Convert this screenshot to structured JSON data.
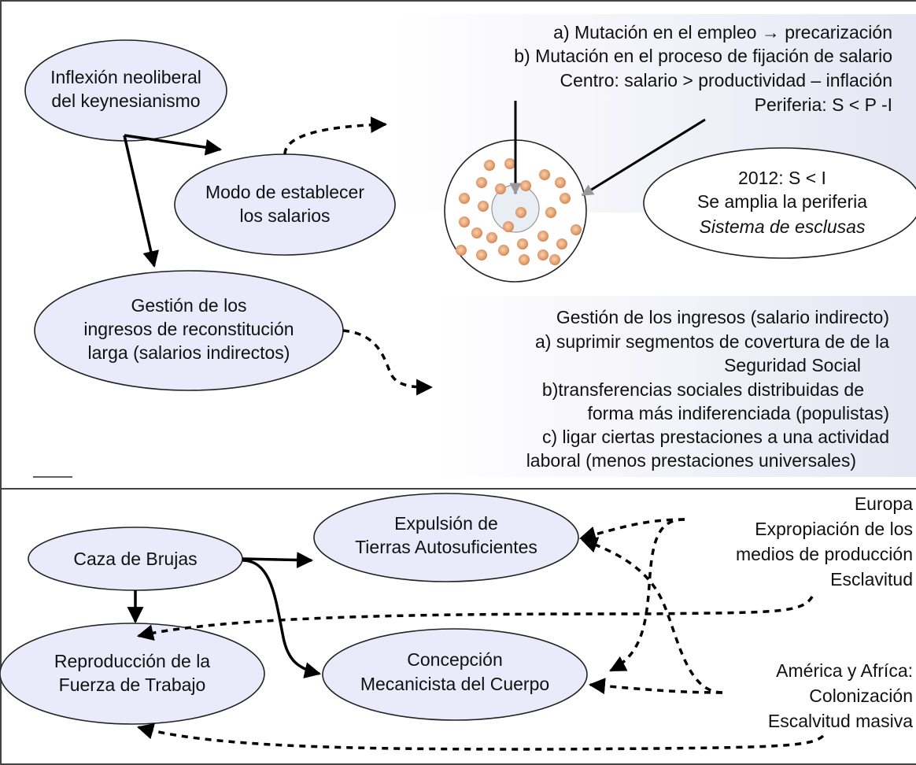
{
  "top": {
    "node_inflexion": [
      "Inflexión neoliberal",
      "del keynesianismo"
    ],
    "node_modo": [
      "Modo de establecer",
      "los salarios"
    ],
    "node_gestion": [
      "Gestión de los",
      "ingresos de reconstitución",
      "larga (salarios indirectos)"
    ],
    "box_salario": [
      "a) Mutación en el empleo → precarización",
      "b) Mutación en el proceso de fijación de salario",
      "Centro: salario > productividad – inflación",
      "Periferia: S < P -I"
    ],
    "node_2012": [
      "2012: S < I",
      "Se amplia la periferia",
      "Sistema de esclusas"
    ],
    "box_ingresos": [
      "Gestión de los ingresos (salario indirecto)",
      "a) suprimir segmentos de covertura de de la",
      "Seguridad Social",
      "b)transferencias sociales distribuidas de",
      "forma más indiferenciada (populistas)",
      "c) ligar ciertas prestaciones a una actividad",
      "laboral (menos prestaciones universales)"
    ]
  },
  "bottom": {
    "node_caza": "Caza de Brujas",
    "node_expulsion": [
      "Expulsión de",
      "Tierras Autosuficientes"
    ],
    "node_reproduccion": [
      "Reproducción de la",
      "Fuerza de Trabajo"
    ],
    "node_concepcion": [
      "Concepción",
      "Mecanicista del Cuerpo"
    ],
    "label_europa": [
      "Europa",
      "Expropiación de los",
      "medios de producción",
      "Esclavitud"
    ],
    "label_america": [
      "América y Afríca:",
      "Colonización",
      "Escalvitud masiva"
    ]
  },
  "colors": {
    "node_fill": "#eaeafa",
    "box_gradient_start": "#ffffff",
    "box_gradient_end": "#e6e6f4",
    "coin": "#e7a374"
  }
}
